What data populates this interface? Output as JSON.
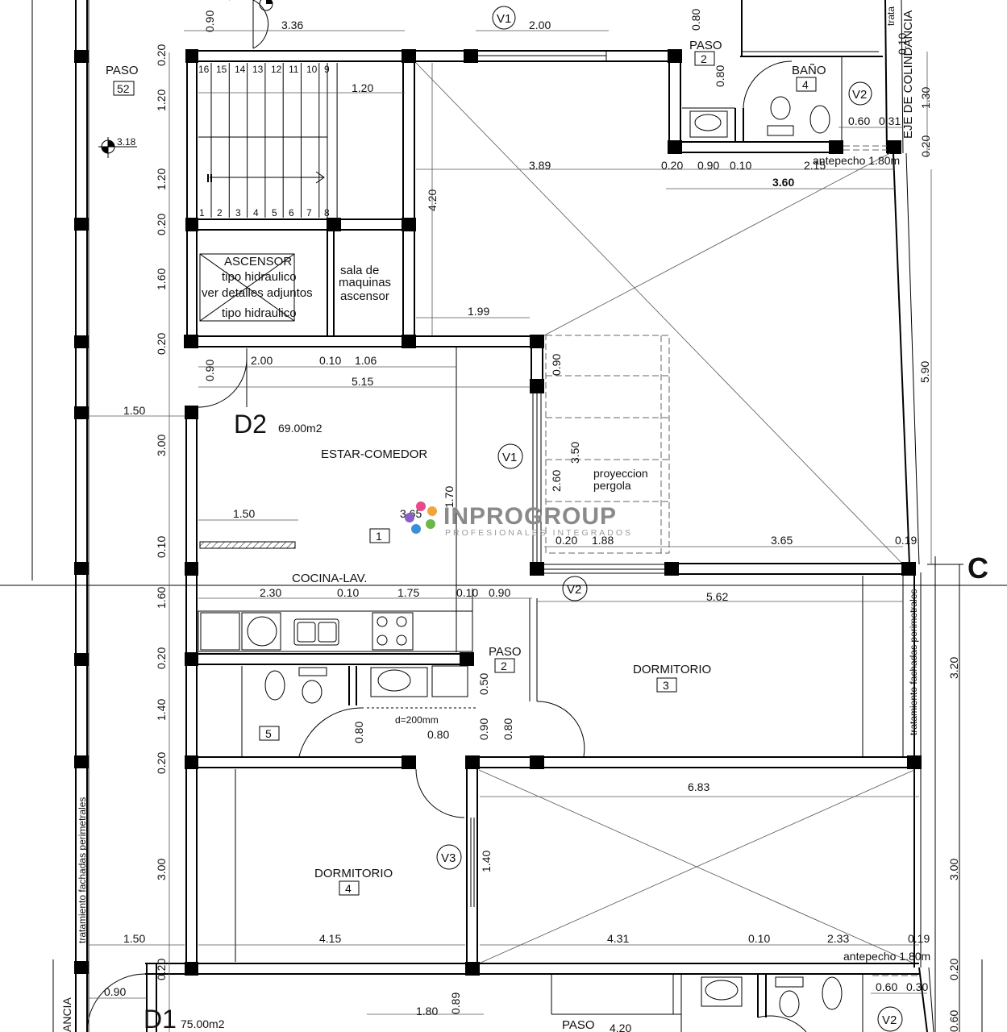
{
  "units": {
    "d2": {
      "code": "D2",
      "area": "69.00m2"
    },
    "d1": {
      "code": "D1",
      "area": "75.00m2"
    }
  },
  "rooms": {
    "paso52": {
      "name": "PASO",
      "num": "52"
    },
    "paso2_top": {
      "name": "PASO",
      "num": "2"
    },
    "bano4": {
      "name": "BAÑO",
      "num": "4"
    },
    "estar": {
      "name": "ESTAR-COMEDOR",
      "num": "1"
    },
    "cocina": {
      "name": "COCINA-LAV."
    },
    "paso2_mid": {
      "name": "PASO",
      "num": "2"
    },
    "dorm3": {
      "name": "DORMITORIO",
      "num": "3"
    },
    "bano5": {
      "num": "5"
    },
    "dorm4": {
      "name": "DORMITORIO",
      "num": "4"
    },
    "paso_bottom": {
      "name": "PASO"
    }
  },
  "labels": {
    "ascensor1": "ASCENSOR",
    "ascensor2": "tipo hidraulico",
    "ascensor3": "ver detalles adjuntos",
    "ascensor4": "tipo hidraulico",
    "maq1": "sala de",
    "maq2": "maquinas",
    "maq3": "ascensor",
    "pergola1": "proyeccion",
    "pergola2": "pergola",
    "eje": "EJE DE COLINDANCIA",
    "eje_left": "ANCIA",
    "trat_top": "trata",
    "trat_right": "tratamiento fachadas perimetrales",
    "trat_left": "tratamiento fachadas perimetrales",
    "antepecho_top": "antepecho 1.80m",
    "antepecho_bottom": "antepecho 1.80m",
    "axis_c": "C",
    "drain": "d=200mm",
    "level_318": "3.18"
  },
  "windows": {
    "v1_top": "V1",
    "v2_top": "V2",
    "v1_mid": "V1",
    "v2_mid": "V2",
    "v3": "V3",
    "v2_bottom": "V2"
  },
  "stairs": {
    "top": [
      "16",
      "15",
      "14",
      "13",
      "12",
      "11",
      "10",
      "9"
    ],
    "bottom": [
      "1",
      "2",
      "3",
      "4",
      "5",
      "6",
      "7",
      "8"
    ]
  },
  "dims": {
    "d090a": "0.90",
    "d336": "3.36",
    "d200a": "2.00",
    "d080a": "0.80",
    "d010a": "0.10",
    "d130": "1.30",
    "d020a": "0.20",
    "d120a": "1.20",
    "d120b": "1.20",
    "d120h": "1.20",
    "d080b": "0.80",
    "d060a": "0.60",
    "d031": "0.31",
    "d020b": "0.20",
    "d389": "3.89",
    "d020c": "0.20",
    "d090b": "0.90",
    "d010b": "0.10",
    "d215": "2.15",
    "d360": "3.60",
    "d420": "4.20",
    "d020d": "0.20",
    "d160a": "1.60",
    "d199": "1.99",
    "d020e": "0.20",
    "d590": "5.90",
    "d200b": "2.00",
    "d010c": "0.10",
    "d106": "1.06",
    "d515": "5.15",
    "d090c": "0.90",
    "d090d": "0.90",
    "d150a": "1.50",
    "d300a": "3.00",
    "d350": "3.50",
    "d260": "2.60",
    "d170": "1.70",
    "d150b": "1.50",
    "d365a": "3.65",
    "d010d": "0.10",
    "d020f": "0.20",
    "d188": "1.88",
    "d365b": "3.65",
    "d019a": "0.19",
    "d160b": "1.60",
    "d230": "2.30",
    "d010e": "0.10",
    "d175": "1.75",
    "d010f": "0.10",
    "d090e": "0.90",
    "d562": "5.62",
    "d020g": "0.20",
    "d050": "0.50",
    "d320": "3.20",
    "d140a": "1.40",
    "d080c": "0.80",
    "d080d": "0.80",
    "d090f": "0.90",
    "d080e": "0.80",
    "d020h": "0.20",
    "d683": "6.83",
    "d300b": "3.00",
    "d140b": "1.40",
    "d300c": "3.00",
    "d150c": "1.50",
    "d415": "4.15",
    "d431": "4.31",
    "d010g": "0.10",
    "d233": "2.33",
    "d019b": "0.19",
    "d020i": "0.20",
    "d020j": "0.20",
    "d060b": "0.60",
    "d030": "0.30",
    "d090g": "0.90",
    "d180": "1.80",
    "d089": "0.89",
    "d420b": "4.20",
    "d060c": "0.60"
  },
  "watermark": {
    "name": "INPROGROUP",
    "tagline": "PROFESIONALES INTEGRADOS"
  }
}
